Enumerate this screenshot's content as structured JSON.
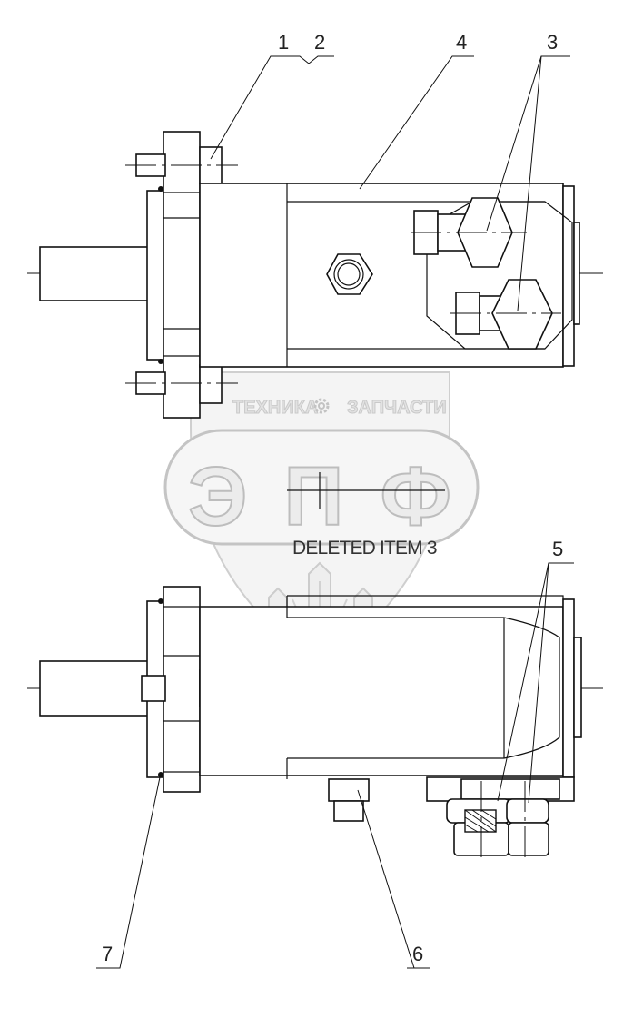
{
  "callouts": {
    "c1": "1",
    "c2": "2",
    "c3": "3",
    "c4": "4",
    "c5": "5",
    "c6": "6",
    "c7": "7"
  },
  "note": "DELETED ITEM 3",
  "watermark": {
    "top_left": "ТЕХНИКА",
    "top_right": "ЗАПЧАСТИ",
    "logo": "ЭПФ",
    "icon": "gear-icon",
    "emblem": "wheat-emblem"
  },
  "colors": {
    "line": "#111111",
    "watermark": "#c9c9c9"
  }
}
